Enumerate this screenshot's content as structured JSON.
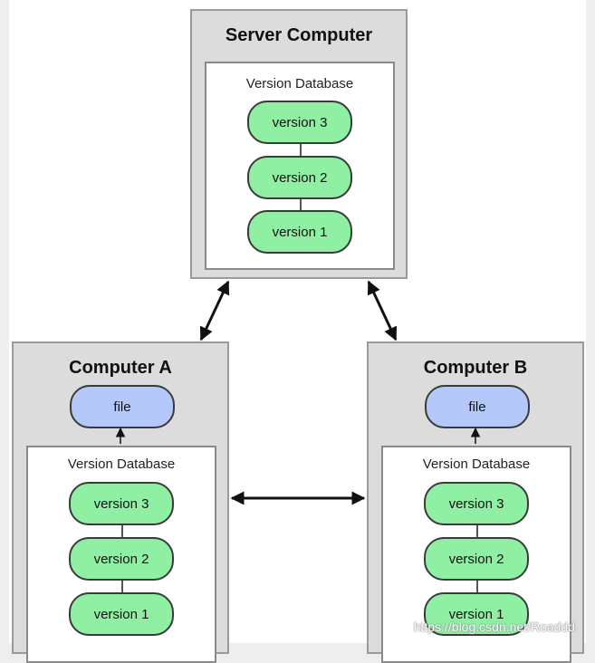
{
  "server": {
    "title": "Server Computer",
    "db_title": "Version Database",
    "versions": [
      "version 3",
      "version 2",
      "version 1"
    ]
  },
  "computer_a": {
    "title": "Computer A",
    "file_label": "file",
    "db_title": "Version Database",
    "versions": [
      "version 3",
      "version 2",
      "version 1"
    ]
  },
  "computer_b": {
    "title": "Computer B",
    "file_label": "file",
    "db_title": "Version Database",
    "versions": [
      "version 3",
      "version 2",
      "version 1"
    ]
  },
  "watermark": "https://blog.csdn.net/Roaddd",
  "colors": {
    "version_fill": "#8ff0a4",
    "file_fill": "#b4c9f9",
    "computer_fill": "#dcdcdc"
  }
}
